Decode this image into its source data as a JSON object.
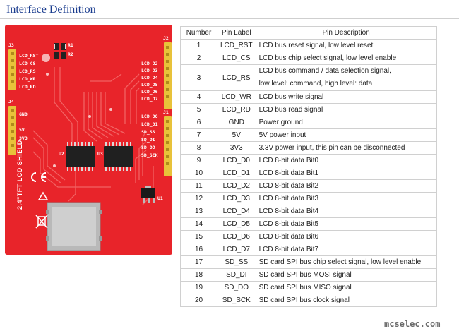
{
  "header": {
    "title": "Interface Definition"
  },
  "board": {
    "left_labels": [
      "LCD_RST",
      "LCD_CS",
      "LCD_RS",
      "LCD_WR",
      "LCD_RD",
      "GND",
      "5V",
      "3V3"
    ],
    "right_labels": [
      "LCD_D2",
      "LCD_D3",
      "LCD_D4",
      "LCD_D5",
      "LCD_D6",
      "LCD_D7",
      "LCD_D0",
      "LCD_D1",
      "SD_SS",
      "SD_DI",
      "SD_DO",
      "SD_SCK"
    ],
    "shield_text": "2.4\"TFT LCD SHIELD",
    "j_labels": [
      "J3",
      "J4",
      "J2",
      "J1",
      "U1"
    ],
    "ic_labels": [
      "U2",
      "U3"
    ],
    "resistor_labels": [
      "R1",
      "R2"
    ]
  },
  "table": {
    "headers": [
      "Number",
      "Pin Label",
      "Pin Description"
    ],
    "rows": [
      {
        "num": "1",
        "label": "LCD_RST",
        "desc": [
          "LCD bus reset signal, low level reset"
        ]
      },
      {
        "num": "2",
        "label": "LCD_CS",
        "desc": [
          "LCD bus chip select signal, low level enable"
        ]
      },
      {
        "num": "3",
        "label": "LCD_RS",
        "desc": [
          "LCD bus command / data selection signal,",
          "low level: command, high level: data"
        ]
      },
      {
        "num": "4",
        "label": "LCD_WR",
        "desc": [
          "LCD bus write signal"
        ]
      },
      {
        "num": "5",
        "label": "LCD_RD",
        "desc": [
          "LCD bus read signal"
        ]
      },
      {
        "num": "6",
        "label": "GND",
        "desc": [
          "Power ground"
        ]
      },
      {
        "num": "7",
        "label": "5V",
        "desc": [
          "5V power input"
        ]
      },
      {
        "num": "8",
        "label": "3V3",
        "desc": [
          "3.3V power input, this pin can be disconnected"
        ]
      },
      {
        "num": "9",
        "label": "LCD_D0",
        "desc": [
          "LCD 8-bit data Bit0"
        ]
      },
      {
        "num": "10",
        "label": "LCD_D1",
        "desc": [
          "LCD 8-bit data Bit1"
        ]
      },
      {
        "num": "11",
        "label": "LCD_D2",
        "desc": [
          "LCD 8-bit data Bit2"
        ]
      },
      {
        "num": "12",
        "label": "LCD_D3",
        "desc": [
          "LCD 8-bit data Bit3"
        ]
      },
      {
        "num": "13",
        "label": "LCD_D4",
        "desc": [
          "LCD 8-bit data Bit4"
        ]
      },
      {
        "num": "14",
        "label": "LCD_D5",
        "desc": [
          "LCD 8-bit data Bit5"
        ]
      },
      {
        "num": "15",
        "label": "LCD_D6",
        "desc": [
          "LCD 8-bit data Bit6"
        ]
      },
      {
        "num": "16",
        "label": "LCD_D7",
        "desc": [
          "LCD 8-bit data Bit7"
        ]
      },
      {
        "num": "17",
        "label": "SD_SS",
        "desc": [
          "SD card SPI bus chip select signal, low level enable"
        ]
      },
      {
        "num": "18",
        "label": "SD_DI",
        "desc": [
          "SD card SPI bus MOSI signal"
        ]
      },
      {
        "num": "19",
        "label": "SD_DO",
        "desc": [
          "SD card SPI bus MISO signal"
        ]
      },
      {
        "num": "20",
        "label": "SD_SCK",
        "desc": [
          "SD card SPI bus clock signal"
        ]
      }
    ]
  },
  "footer": {
    "watermark": "mcselec.com"
  },
  "colors": {
    "pcb": "#e8242a",
    "header_pin": "#e8c23a",
    "title": "#1a3c8e"
  }
}
